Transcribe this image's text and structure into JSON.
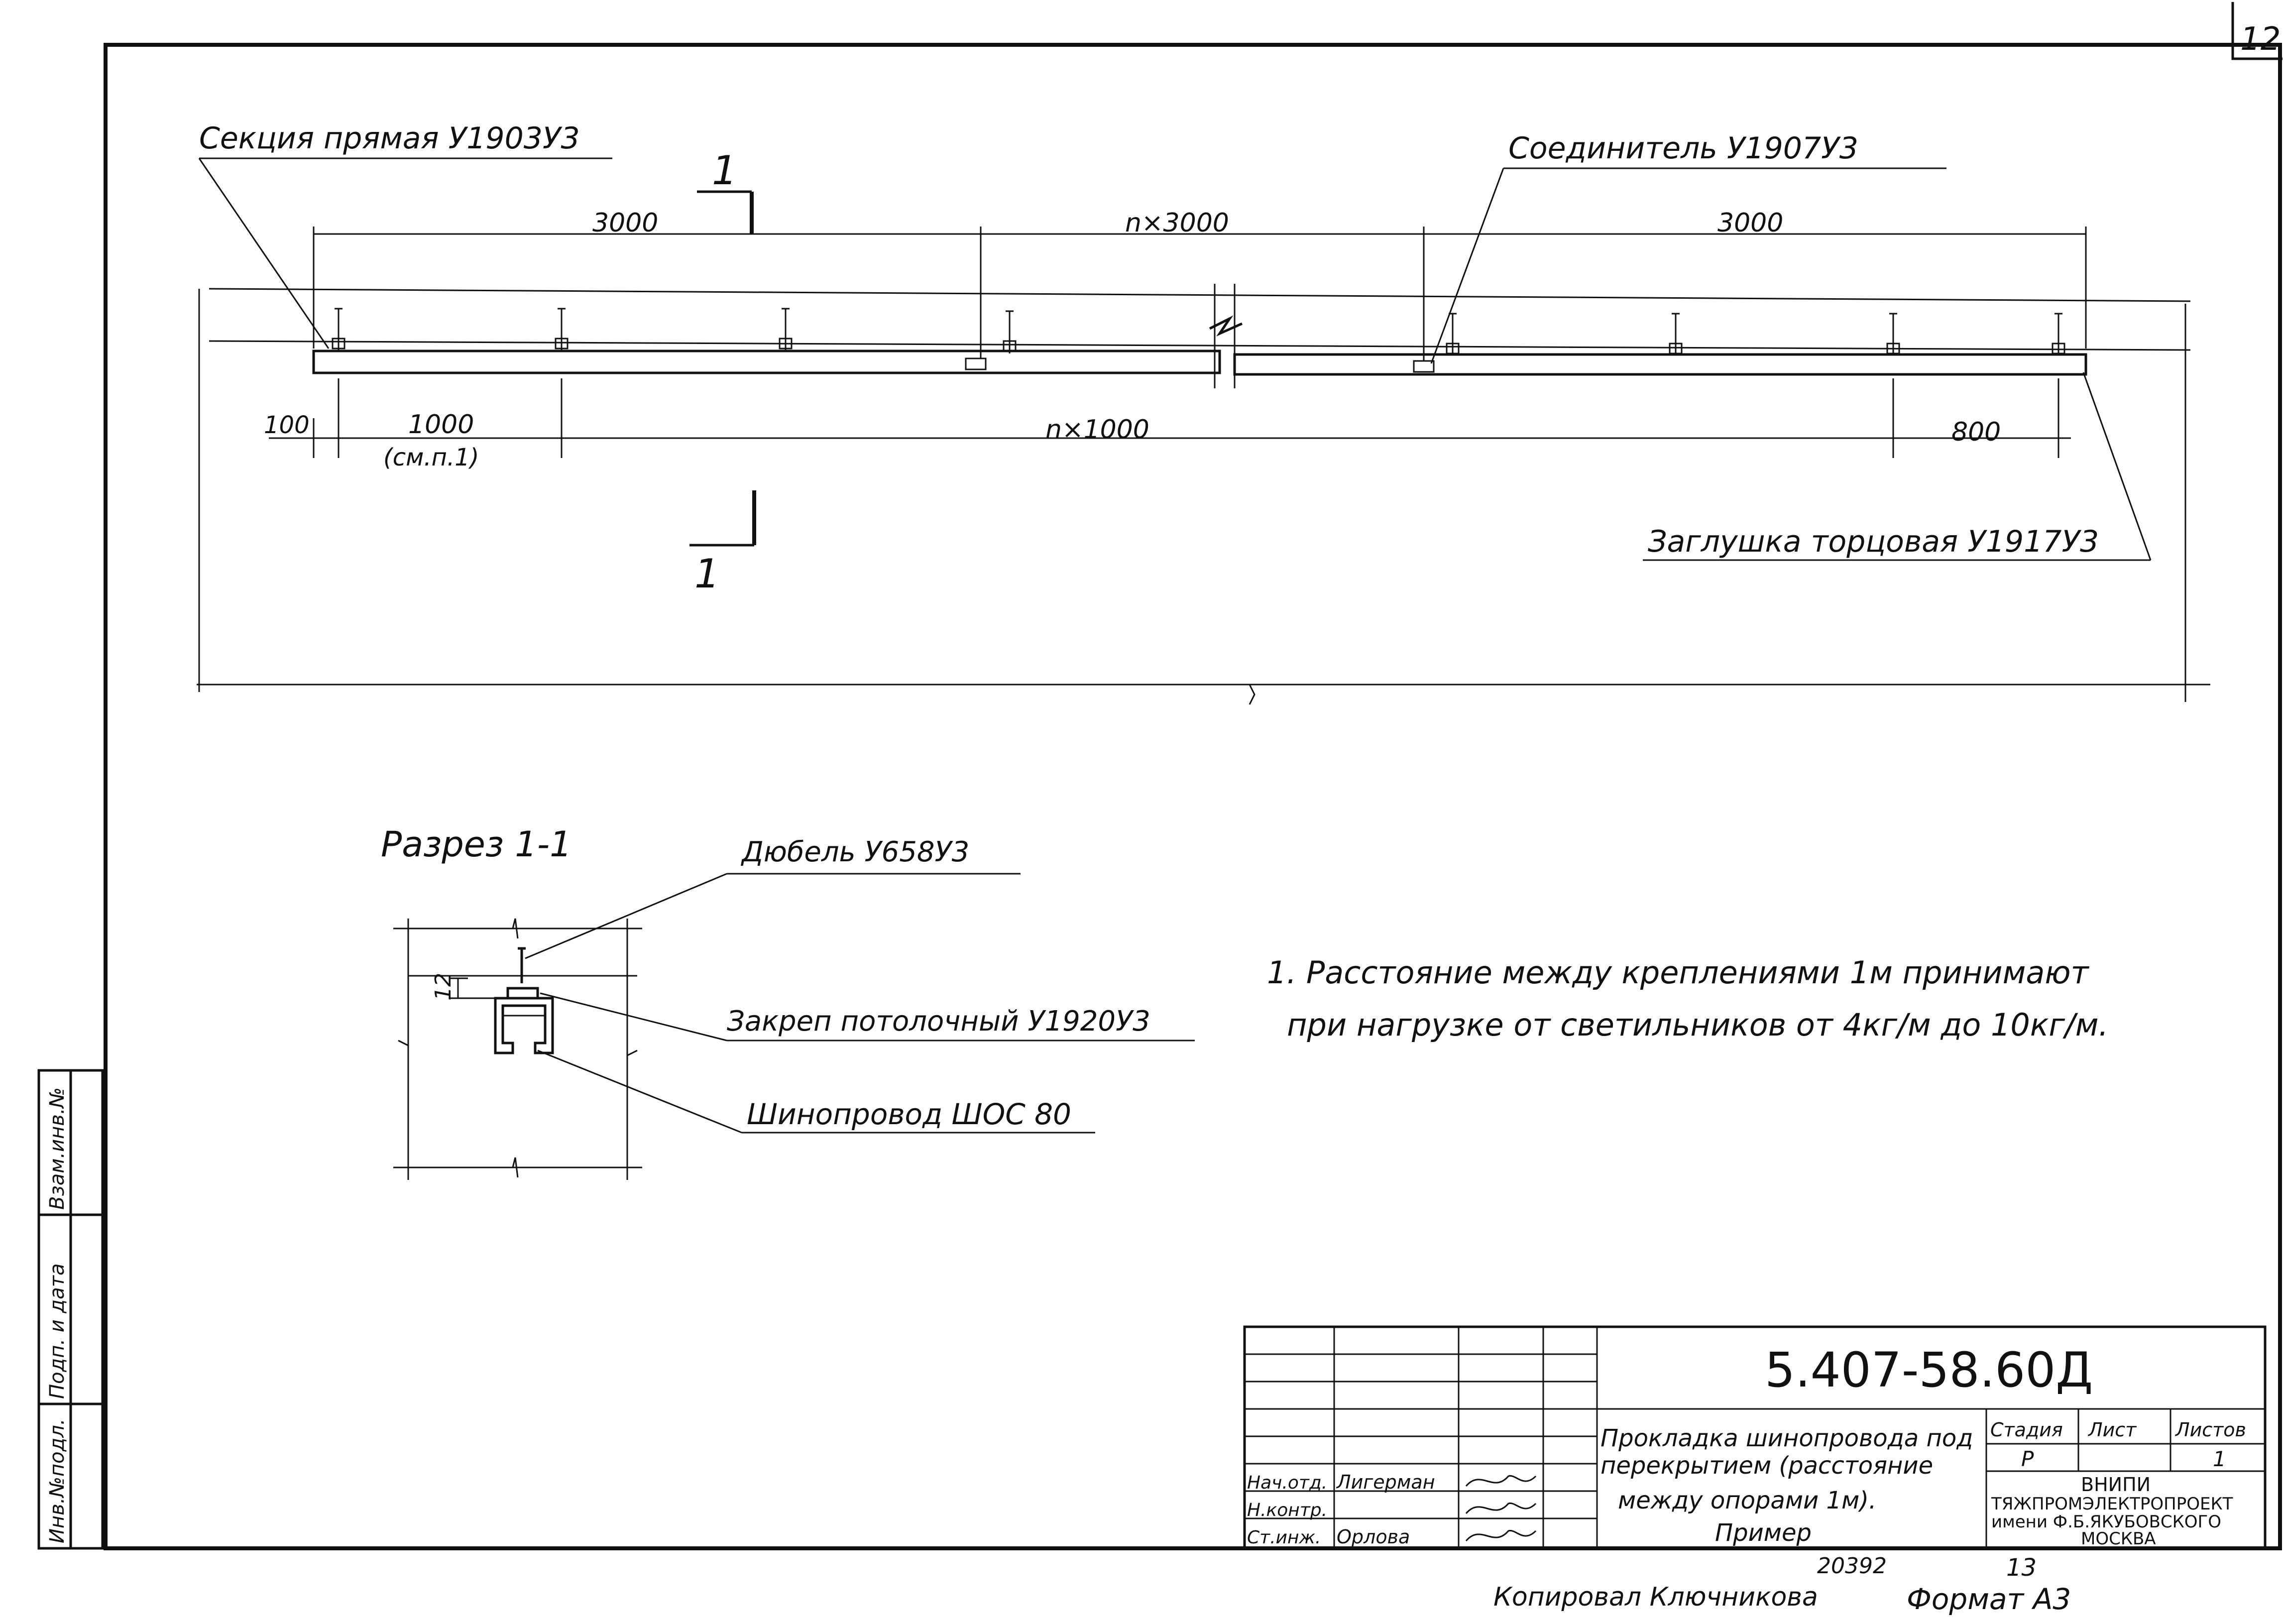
{
  "sheet": {
    "page_number": "12",
    "plan": {
      "label_section": "Секция прямая У1903У3",
      "label_connector": "Соединитель У1907У3",
      "label_endcap": "Заглушка торцовая У1917У3",
      "dim_top_left": "3000",
      "dim_top_mid": "n×3000",
      "dim_top_right": "3000",
      "dim_bot_100": "100",
      "dim_bot_1000": "1000",
      "dim_bot_note": "(см.п.1)",
      "dim_bot_n1000": "n×1000",
      "dim_bot_800": "800",
      "cut_mark_top": "1",
      "cut_mark_bottom": "1"
    },
    "section": {
      "title": "Разрез 1-1",
      "label_dowel": "Дюбель У658У3",
      "label_clamp": "Закреп потолочный У1920У3",
      "label_busbar": "Шинопровод ШОС 80",
      "dim_12": "12"
    },
    "note": {
      "line1": "1. Расстояние между креплениями 1м принимают",
      "line2": "при нагрузке от светильников от 4кг/м до 10кг/м."
    },
    "side_stamp": {
      "cells": [
        "Взам.инв.№",
        "Подп. и дата",
        "Инв.№подл."
      ]
    },
    "title_block": {
      "doc_code": "5.407-58.60Д",
      "title_lines": [
        "Прокладка шинопровода под",
        "перекрытием (расстояние",
        "между опорами 1м).",
        "Пример"
      ],
      "roles": [
        {
          "role": "Нач.отд.",
          "name": "Лигерман"
        },
        {
          "role": "Н.контр.",
          "name": ""
        },
        {
          "role": "Ст.инж.",
          "name": "Орлова"
        }
      ],
      "col_stage": "Стадия",
      "col_sheet": "Лист",
      "col_sheets": "Листов",
      "val_stage": "Р",
      "val_sheet": "",
      "val_sheets": "1",
      "org_lines": [
        "ВНИПИ",
        "ТЯЖПРОМЭЛЕКТРОПРОЕКТ",
        "имени Ф.Б.ЯКУБОВСКОГО",
        "МОСКВА"
      ]
    },
    "footer": {
      "copied_by": "Копировал Ключникова",
      "order_no": "20392",
      "sheet_count": "13",
      "format": "Формат А3"
    }
  }
}
